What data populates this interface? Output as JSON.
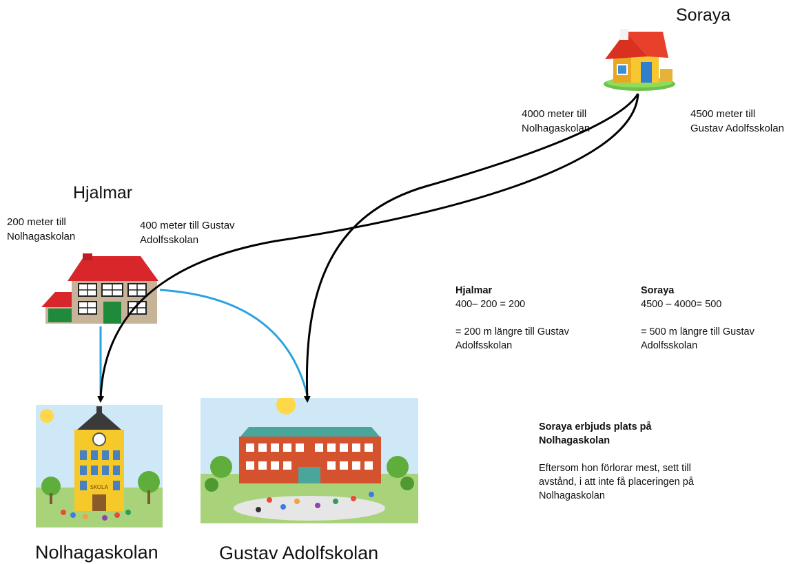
{
  "soraya": {
    "name": "Soraya",
    "dist_nolhaga": [
      "4000  meter till",
      "Nolhagaskolan"
    ],
    "dist_gustav": [
      "4500 meter till",
      "Gustav Adolfsskolan"
    ]
  },
  "hjalmar": {
    "name": "Hjalmar",
    "dist_nolhaga": [
      "200 meter till",
      "Nolhagaskolan"
    ],
    "dist_gustav": [
      "400 meter till Gustav",
      "Adolfsskolan"
    ]
  },
  "calc_hjalmar": {
    "heading": "Hjalmar",
    "formula": "400– 200 = 200",
    "result": [
      "= 200 m längre till Gustav",
      "Adolfsskolan"
    ]
  },
  "calc_soraya": {
    "heading": "Soraya",
    "formula": "4500 – 4000=  500",
    "result": [
      "= 500 m längre till Gustav",
      "Adolfsskolan"
    ]
  },
  "conclusion": {
    "heading": [
      "Soraya  erbjuds plats på",
      "Nolhagaskolan"
    ],
    "body": [
      "Eftersom hon förlorar mest, sett till",
      "avstånd, i att inte få placeringen på",
      "Nolhagaskolan"
    ]
  },
  "schools": {
    "nolhaga_caption": "Nolhagaskolan",
    "gustav_caption": "Gustav Adolfskolan",
    "nolhaga_sign": "SKOLA"
  },
  "colors": {
    "hjalmar_arrow": "#29a3dd",
    "soraya_arrow": "#000000"
  }
}
